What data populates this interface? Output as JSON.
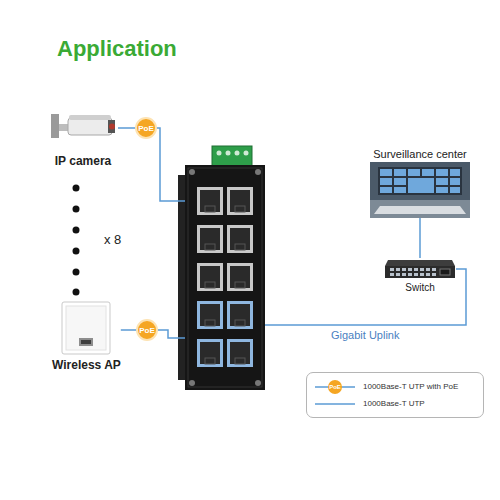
{
  "diagram": {
    "title": "Application",
    "nodes": [
      {
        "text": [
          "IP camera"
        ]
      },
      {
        "text": [
          "Surveillance center"
        ]
      },
      {
        "text": []
      },
      {
        "text": [
          "Switch"
        ]
      },
      {
        "text": [
          "Wireless AP"
        ]
      }
    ],
    "edges": [
      {
        "from": 0,
        "to": 2,
        "arrow": "none",
        "label": "PoE"
      },
      {
        "from": 4,
        "to": 2,
        "arrow": "none",
        "label": "PoE"
      },
      {
        "from": 2,
        "to": 3,
        "arrow": "none",
        "label": "Gigabit Uplink"
      },
      {
        "from": 3,
        "to": 1,
        "arrow": "none"
      }
    ],
    "labels": [
      "x 8",
      "PoE"
    ],
    "legend": [
      {
        "text": "1000Base-T UTP with PoE"
      },
      {
        "text": "1000Base-T UTP"
      }
    ]
  }
}
